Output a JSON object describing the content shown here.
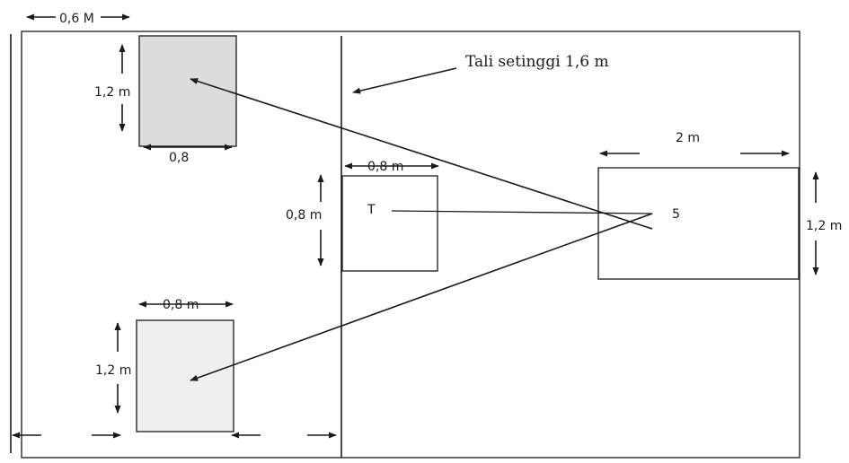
{
  "labels": {
    "top_dim": "0,6  M",
    "rope_note": "Tali setinggi 1,6 m",
    "box1_height": "1,2 m",
    "box1_width": "0,8",
    "center_width": "0,8 m",
    "center_height": "0,8 m",
    "center_letter": "T",
    "box3_width": "0,8 m",
    "box3_height": "1,2 m",
    "right_width": "2 m",
    "right_height": "1,2 m",
    "right_number": "5"
  },
  "colors": {
    "line": "#1a1a1a",
    "shaded_box": "#dcdcdc",
    "light_box": "#efefef"
  }
}
